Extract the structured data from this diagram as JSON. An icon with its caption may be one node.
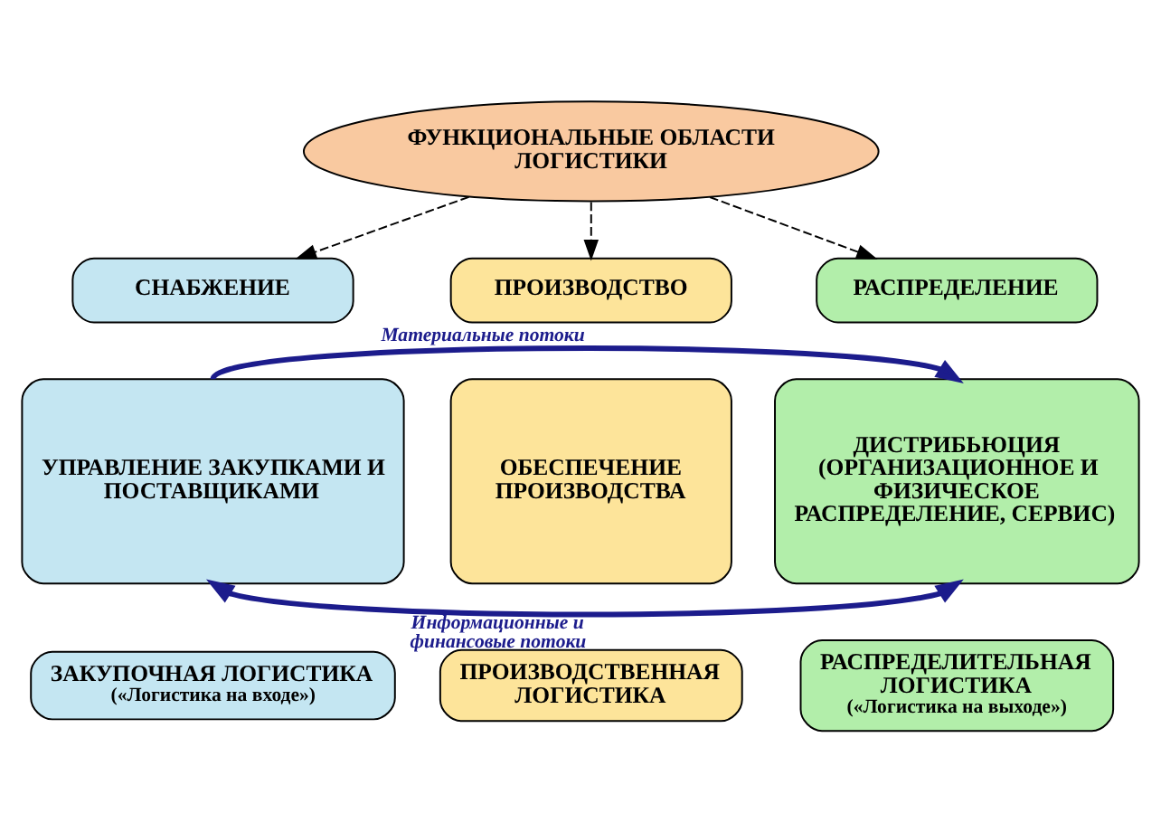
{
  "diagram": {
    "nodes": [
      {
        "text": [
          "ФУНКЦИОНАЛЬНЫЕ ОБЛАСТИ ЛОГИСТИКИ"
        ]
      },
      {
        "text": [
          "СНАБЖЕНИЕ"
        ]
      },
      {
        "text": [
          "ПРОИЗВОДСТВО"
        ]
      },
      {
        "text": [
          "РАСПРЕДЕЛЕНИЕ"
        ]
      },
      {
        "text": [
          "УПРАВЛЕНИЕ ЗАКУПКАМИ И ПОСТАВЩИКАМИ"
        ]
      },
      {
        "text": [
          "ОБЕСПЕЧЕНИЕ ПРОИЗВОДСТВА"
        ]
      },
      {
        "text": [
          "ДИСТРИБЬЮЦИЯ (ОРГАНИЗАЦИОННОЕ И ФИЗИЧЕСКОЕ РАСПРЕДЕЛЕНИЕ, СЕРВИС)"
        ]
      },
      {
        "text": [
          "ЗАКУПОЧНАЯ ЛОГИСТИКА",
          "(«Логистика на входе»)"
        ]
      },
      {
        "text": [
          "ПРОИЗВОДСТВЕННАЯ ЛОГИСТИКА"
        ]
      },
      {
        "text": [
          "РАСПРЕДЕЛИТЕЛЬНАЯ ЛОГИСТИКА",
          "(«Логистика на выходе»)"
        ]
      }
    ],
    "edges": [
      {
        "from": 0,
        "to": 1,
        "arrow": "to",
        "style": "dashed"
      },
      {
        "from": 0,
        "to": 2,
        "arrow": "to",
        "style": "dashed"
      },
      {
        "from": 0,
        "to": 3,
        "arrow": "to",
        "style": "dashed"
      },
      {
        "from": 4,
        "to": 6,
        "arrow": "to",
        "label": "Материальные потоки",
        "style": "thick",
        "color": "#1c1c8c"
      },
      {
        "from": 4,
        "to": 6,
        "arrow": "both",
        "label": "Информационные и финансовые потоки",
        "style": "thick",
        "color": "#1c1c8c"
      }
    ]
  }
}
